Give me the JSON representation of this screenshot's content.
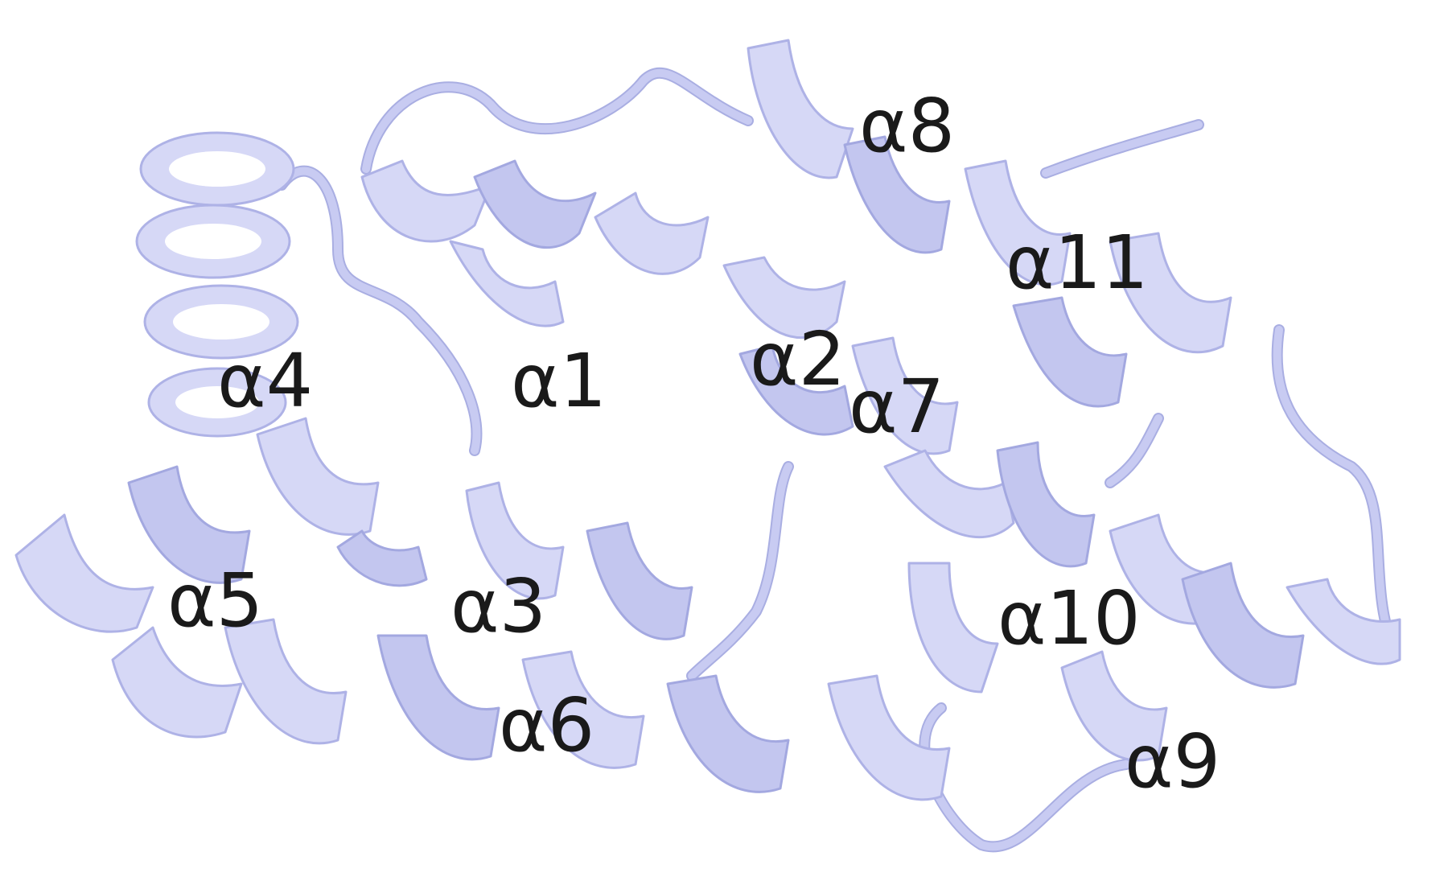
{
  "colors": {
    "ribbon_fill": "#d6d8f6",
    "ribbon_shade": "#c3c6ef",
    "ribbon_outline": "#aeb2e6",
    "label_text": "#1a1a1a",
    "background": "#ffffff"
  },
  "helices": [
    {
      "id": "a1",
      "label": "α1"
    },
    {
      "id": "a2",
      "label": "α2"
    },
    {
      "id": "a3",
      "label": "α3"
    },
    {
      "id": "a4",
      "label": "α4"
    },
    {
      "id": "a5",
      "label": "α5"
    },
    {
      "id": "a6",
      "label": "α6"
    },
    {
      "id": "a7",
      "label": "α7"
    },
    {
      "id": "a8",
      "label": "α8"
    },
    {
      "id": "a9",
      "label": "α9"
    },
    {
      "id": "a10",
      "label": "α10"
    },
    {
      "id": "a11",
      "label": "α11"
    }
  ]
}
